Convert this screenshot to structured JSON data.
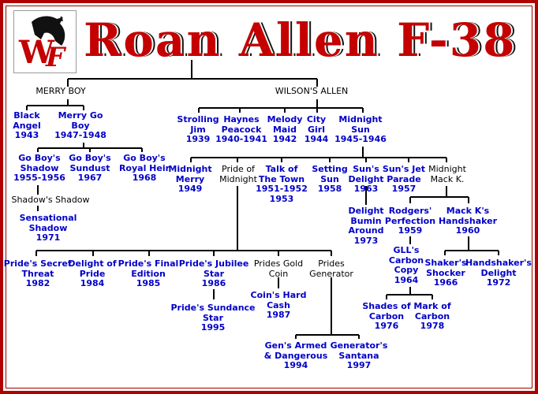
{
  "title": "Roan Allen F-38",
  "logo": {
    "icon": "wf-horse-logo-icon",
    "letter_color": "#c40000"
  },
  "colors": {
    "frame": "#b10000",
    "link": "#0000c8",
    "text": "#000000",
    "line": "#000000"
  },
  "nodes": {
    "merry_boy": "MERRY BOY",
    "wilsons_allen": "WILSON'S ALLEN",
    "black_angel": "Black\nAngel\n1943",
    "merry_go_boy": "Merry Go\nBoy\n1947-1948",
    "go_boys_shadow": "Go Boy's\nShadow\n1955-1956",
    "go_boys_sundust": "Go Boy's\nSundust\n1967",
    "go_boys_royal_heir": "Go Boy's\nRoyal Heir\n1968",
    "shadows_shadow": "Shadow's Shadow",
    "sensational_shadow": "Sensational\nShadow\n1971",
    "strolling_jim": "Strolling\nJim\n1939",
    "haynes_peacock": "Haynes\nPeacock\n1940-1941",
    "melody_maid": "Melody\nMaid\n1942",
    "city_girl": "City\nGirl\n1944",
    "midnight_sun": "Midnight\nSun\n1945-1946",
    "midnight_merry": "Midnight\nMerry\n1949",
    "pride_of_midnight": "Pride of\nMidnight",
    "talk_of_the_town": "Talk of\nThe Town\n1951-1952\n1953",
    "setting_sun": "Setting\nSun\n1958",
    "suns_delight": "Sun's\nDelight\n1963",
    "suns_jet_parade": "Sun's Jet\nParade\n1957",
    "midnight_mack_k": "Midnight\nMack K.",
    "delight_bumin_around": "Delight\nBumin\nAround\n1973",
    "rodgers_perfection": "Rodgers'\nPerfection\n1959",
    "mack_ks_handshaker": "Mack K's\nHandshaker\n1960",
    "gll_carbon_copy": "GLL's\nCarbon\nCopy\n1964",
    "shakers_shocker": "Shaker's\nShocker\n1966",
    "handshakers_delight": "Handshaker's\nDelight\n1972",
    "shades_of_carbon": "Shades of\nCarbon\n1976",
    "mark_of_carbon": "Mark of\nCarbon\n1978",
    "prides_secret_threat": "Pride's Secret\nThreat\n1982",
    "delight_of_pride": "Delight of\nPride\n1984",
    "prides_final_edition": "Pride's Final\nEdition\n1985",
    "prides_jubilee_star": "Pride's Jubilee\nStar\n1986",
    "prides_sundance_star": "Pride's Sundance\nStar\n1995",
    "prides_gold_coin": "Prides Gold\nCoin",
    "coins_hard_cash": "Coin's Hard\nCash\n1987",
    "prides_generator": "Prides\nGenerator",
    "gens_armed_dangerous": "Gen's Armed\n& Dangerous\n1994",
    "generators_santana": "Generator's\nSantana\n1997"
  }
}
